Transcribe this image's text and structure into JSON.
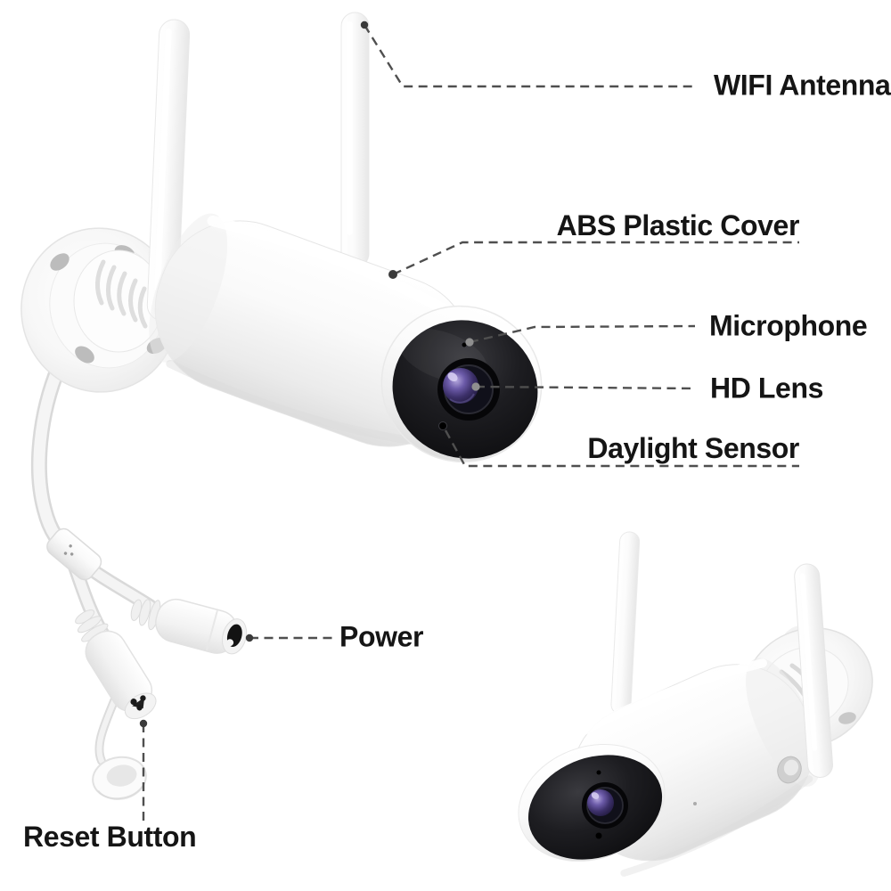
{
  "diagram": {
    "callouts": {
      "wifi_antenna": "WIFI Antenna",
      "abs_plastic_cover": "ABS Plastic Cover",
      "microphone": "Microphone",
      "hd_lens": "HD Lens",
      "daylight_sensor": "Daylight Sensor",
      "power": "Power",
      "reset_button": "Reset Button"
    },
    "style": {
      "background_color": "#ffffff",
      "label_text_color": "#151515",
      "leader_line_color": "#4f4f4f",
      "camera_body_color": "#ffffff",
      "camera_face_color": "#121214",
      "lens_iris_color": "#4a3b74"
    }
  }
}
